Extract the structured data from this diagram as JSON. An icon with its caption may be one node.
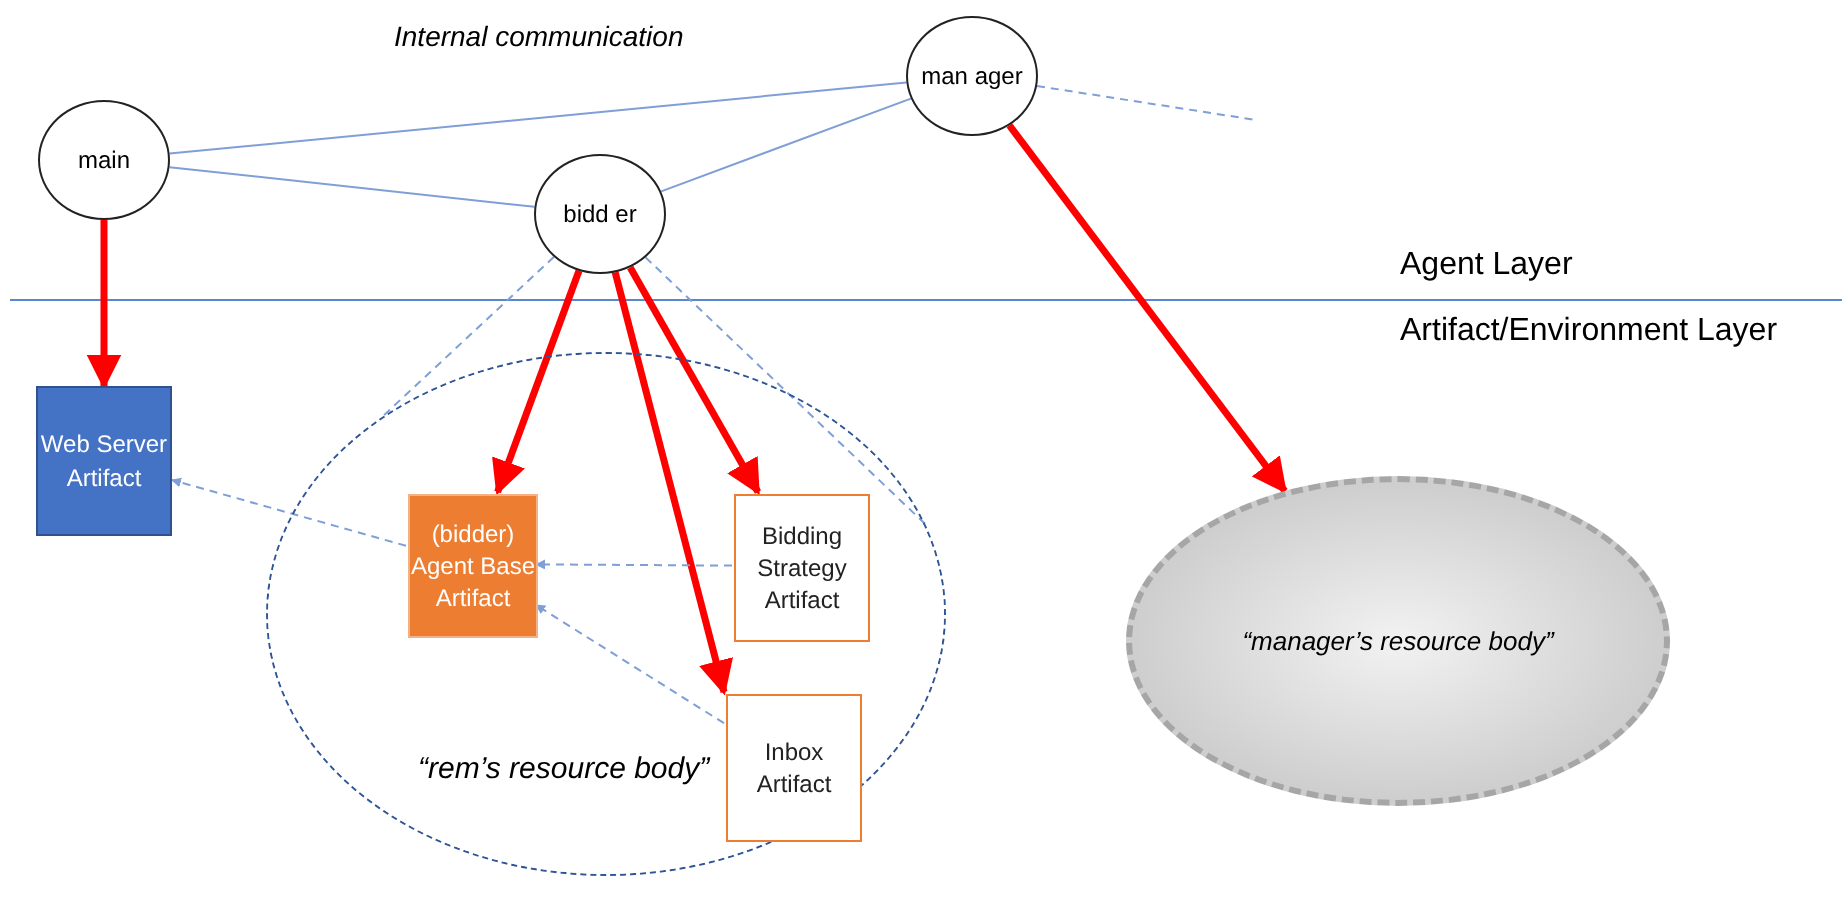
{
  "diagram": {
    "nodes": [
      {
        "text": [
          "main"
        ]
      },
      {
        "text": [
          "man ager"
        ]
      },
      {
        "text": [
          "bidd er"
        ]
      },
      {
        "text": [
          "Web Server Artifact"
        ]
      },
      {
        "text": [
          "“rem’s resource body”"
        ]
      },
      {
        "text": [
          "(bidder) Agent Base Artifact"
        ],
        "in": 4
      },
      {
        "text": [
          "Bidding Strategy Artifact"
        ],
        "in": 4
      },
      {
        "text": [
          "Inbox Artifact"
        ],
        "in": 4
      },
      {
        "text": [
          "“manager’s resource body”"
        ]
      }
    ],
    "edges": [
      {
        "from": 0,
        "to": 1,
        "arrow": "none"
      },
      {
        "from": 0,
        "to": 2,
        "arrow": "none"
      },
      {
        "from": 2,
        "to": 1,
        "arrow": "none"
      },
      {
        "from": 1,
        "to": null,
        "arrow": "none",
        "style": "dashed"
      },
      {
        "from": 0,
        "to": 3,
        "arrow": "to",
        "style": "thick",
        "color": "#ff0000"
      },
      {
        "from": 2,
        "to": 5,
        "arrow": "to",
        "style": "thick",
        "color": "#ff0000"
      },
      {
        "from": 2,
        "to": 6,
        "arrow": "to",
        "style": "thick",
        "color": "#ff0000"
      },
      {
        "from": 2,
        "to": 7,
        "arrow": "to",
        "style": "thick",
        "color": "#ff0000"
      },
      {
        "from": 1,
        "to": 8,
        "arrow": "to",
        "style": "thick",
        "color": "#ff0000"
      },
      {
        "from": 5,
        "to": 3,
        "arrow": "to",
        "style": "dashed"
      },
      {
        "from": 6,
        "to": 5,
        "arrow": "to",
        "style": "dashed"
      },
      {
        "from": 7,
        "to": 5,
        "arrow": "to",
        "style": "dashed"
      },
      {
        "from": 2,
        "to": 4,
        "arrow": "none",
        "style": "dashed"
      },
      {
        "from": 2,
        "to": 4,
        "arrow": "none",
        "style": "dashed"
      }
    ],
    "labels": [
      "Internal communication",
      "Agent Layer",
      "Artifact/Environment Layer"
    ]
  }
}
